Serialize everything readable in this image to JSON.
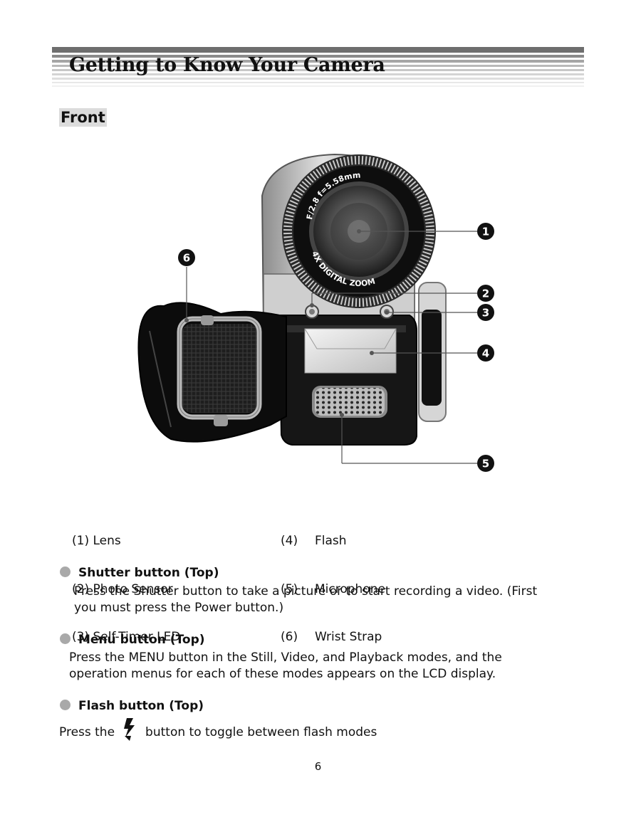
{
  "page": {
    "title": "Getting to Know Your Camera",
    "section": "Front",
    "page_number": "6"
  },
  "figure": {
    "lens_text_top": "F/2.8  f=5.58mm",
    "lens_text_bottom": "4X DIGITAL ZOOM",
    "callouts": [
      "1",
      "2",
      "3",
      "4",
      "5",
      "6"
    ]
  },
  "legend": {
    "left": [
      {
        "num": "(1)",
        "label": "Lens"
      },
      {
        "num": "(2)",
        "label": "Photo Sensor"
      },
      {
        "num": "(3)",
        "label": "Self-Timer LED"
      }
    ],
    "right": [
      {
        "num": "(4)",
        "label": "Flash"
      },
      {
        "num": "(5)",
        "label": "Microphone"
      },
      {
        "num": "(6)",
        "label": "Wrist Strap"
      }
    ]
  },
  "bullets": {
    "shutter": {
      "title": "Shutter button (Top)",
      "line1": "Press the Shutter button to take a picture or to start recording a video. (First",
      "line2": "you must press the Power button.)"
    },
    "menu": {
      "title": "Menu button (Top)",
      "line1": "Press the MENU button in the Still, Video, and Playback modes, and the",
      "line2": "operation menus for each of these modes appears on the LCD display."
    },
    "flash": {
      "title": "Flash button (Top)",
      "before": "Press the",
      "after": "button to toggle between flash modes",
      "icon": "flash-bolt-icon"
    }
  }
}
